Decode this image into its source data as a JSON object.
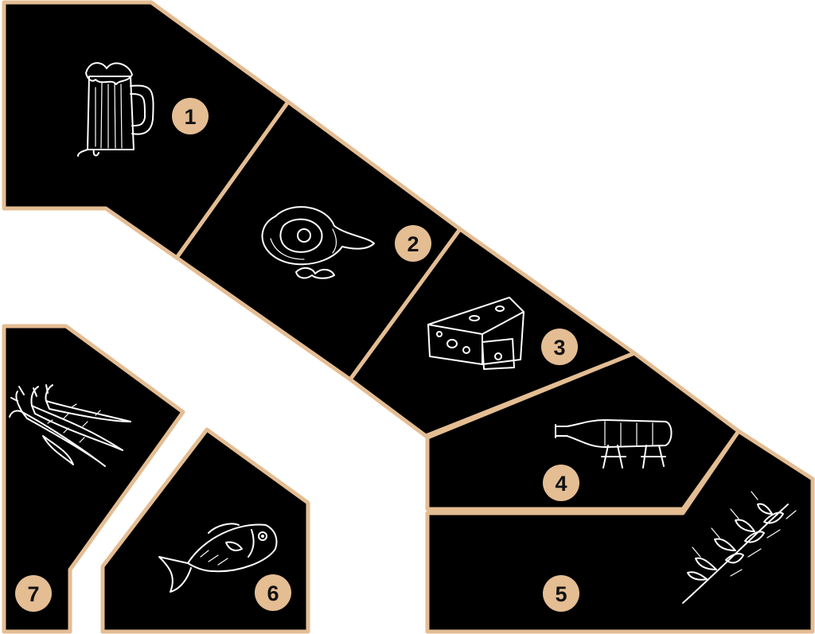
{
  "colors": {
    "zone_fill": "#000000",
    "border": "#e4bd93",
    "badge": "#e4bd93",
    "badge_text": "#111111",
    "illustration": "#ffffff",
    "background": "#ffffff"
  },
  "zones": [
    {
      "number": "1",
      "icon": "beer-mug-icon"
    },
    {
      "number": "2",
      "icon": "ham-icon"
    },
    {
      "number": "3",
      "icon": "cheese-icon"
    },
    {
      "number": "4",
      "icon": "wine-bottle-icon"
    },
    {
      "number": "5",
      "icon": "wheat-icon"
    },
    {
      "number": "6",
      "icon": "fish-icon"
    },
    {
      "number": "7",
      "icon": "carrots-icon"
    }
  ]
}
